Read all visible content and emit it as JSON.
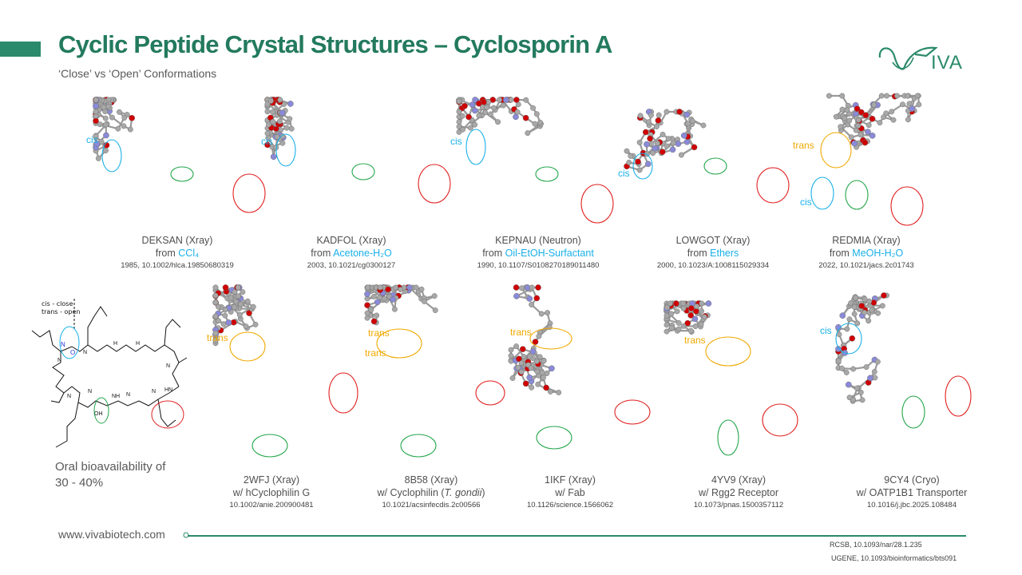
{
  "header": {
    "title": "Cyclic Peptide Crystal Structures – Cyclosporin A",
    "subtitle": "‘Close’ vs ‘Open’ Conformations",
    "logo_text": "VIVA"
  },
  "colors": {
    "brand": "#2a8a6b",
    "cis": "#1ab0e8",
    "trans": "#f0a800",
    "green_marker": "#22a64a",
    "red_marker": "#e02020"
  },
  "top_row": [
    {
      "name": "DEKSAN (Xray)",
      "prefix": "from ",
      "solvent": "CCl₄",
      "ref": "1985, 10.1002/hlca.19850680319",
      "labels": [
        "cis"
      ]
    },
    {
      "name": "KADFOL (Xray)",
      "prefix": "from ",
      "solvent": "Acetone-H₂O",
      "ref": "2003, 10.1021/cg0300127",
      "labels": [
        "cis"
      ]
    },
    {
      "name": "KEPNAU (Neutron)",
      "prefix": "from ",
      "solvent": "Oil-EtOH-Surfactant",
      "ref": "1990, 10.1107/S0108270189011480",
      "labels": [
        "cis"
      ]
    },
    {
      "name": "LOWGOT (Xray)",
      "prefix": "from ",
      "solvent": "Ethers",
      "ref": "2000, 10.1023/A:1008115029334",
      "labels": [
        "cis"
      ]
    },
    {
      "name": "REDMIA (Xray)",
      "prefix": "from ",
      "solvent": "MeOH-H₂O",
      "ref": "2022, 10.1021/jacs.2c01743",
      "labels": [
        "trans",
        "cis"
      ]
    }
  ],
  "bottom_row": [
    {
      "name": "2WFJ (Xray)",
      "partner": "w/ hCyclophilin G",
      "ref": "10.1002/anie.200900481",
      "labels": [
        "trans"
      ]
    },
    {
      "name": "8B58 (Xray)",
      "partner_pre": "w/ Cyclophilin (",
      "partner_it": "T. gondii",
      "partner_post": ")",
      "ref": "10.1021/acsinfecdis.2c00566",
      "labels": [
        "trans",
        "trans"
      ]
    },
    {
      "name": "1IKF (Xray)",
      "partner": "w/ Fab",
      "ref": "10.1126/science.1566062",
      "labels": [
        "trans"
      ]
    },
    {
      "name": "4YV9 (Xray)",
      "partner": "w/ Rgg2 Receptor",
      "ref": "10.1073/pnas.1500357112",
      "labels": [
        "trans"
      ]
    },
    {
      "name": "9CY4 (Cryo)",
      "partner": "w/ OATP1B1 Transporter",
      "ref": "10.1016/j.jbc.2025.108484",
      "labels": [
        "cis"
      ]
    }
  ],
  "structure": {
    "legend_line1": "cis - close",
    "legend_line2": "trans - open",
    "oral_line1": "Oral bioavailability of",
    "oral_line2": "30 - 40%"
  },
  "footer": {
    "url": "www.vivabiotech.com",
    "ref1": "RCSB, 10.1093/nar/28.1.235",
    "ref2": "UGENE, 10.1093/bioinformatics/bts091"
  }
}
